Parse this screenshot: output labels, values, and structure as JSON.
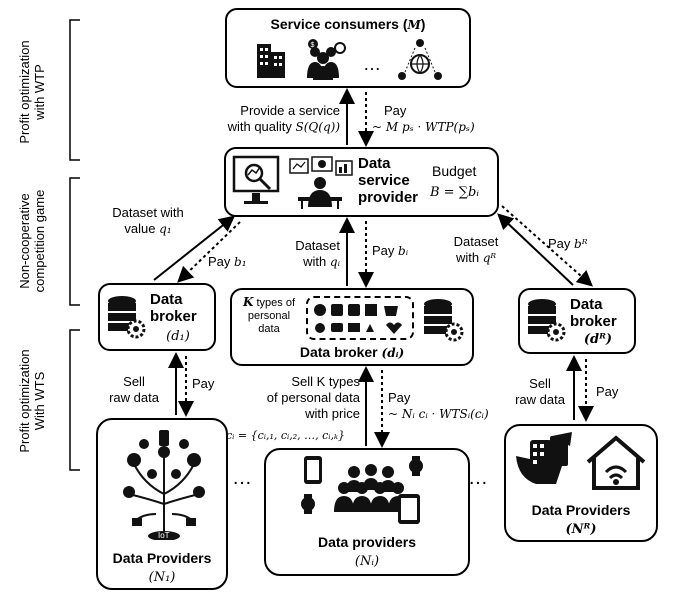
{
  "side_labels": {
    "wtp": [
      "Profit optimization",
      "with WTP"
    ],
    "game": [
      "Non-cooperative",
      "competition game"
    ],
    "wts": [
      "Profit optimization",
      "With WTS"
    ]
  },
  "consumers": {
    "title": "Service consumers (",
    "var": "M",
    "close": ")",
    "ellipsis": "…"
  },
  "dsp": {
    "title": [
      "Data",
      "service",
      "provider"
    ],
    "budget_label": "Budget",
    "budget_formula": "B = ∑bᵢ"
  },
  "flows_top": {
    "provide": [
      "Provide a service",
      "with quality"
    ],
    "provide_formula": "S(Q(q))",
    "pay": "Pay",
    "pay_formula": "~ M pₛ · WTP(pₛ)"
  },
  "flows_mid": {
    "left_ds": [
      "Dataset with",
      "value"
    ],
    "left_ds_var": "q₁",
    "left_pay": "Pay",
    "left_pay_var": "b₁",
    "mid_ds": [
      "Dataset",
      "with"
    ],
    "mid_ds_var": "qᵢ",
    "mid_pay": "Pay",
    "mid_pay_var": "bᵢ",
    "right_ds": [
      "Dataset",
      "with"
    ],
    "right_ds_var": "qᴿ",
    "right_pay": "Pay",
    "right_pay_var": "bᴿ"
  },
  "brokers": {
    "left": {
      "title": [
        "Data",
        "broker"
      ],
      "var": "(d₁)"
    },
    "mid": {
      "types": [
        "types of",
        "personal",
        "data"
      ],
      "types_k": "K",
      "title": "Data broker",
      "var": "(dᵢ)"
    },
    "right": {
      "title": [
        "Data",
        "broker"
      ],
      "var": "(dᴿ)"
    }
  },
  "flows_low": {
    "left_sell": [
      "Sell",
      "raw data"
    ],
    "left_pay": "Pay",
    "mid_sell": [
      "Sell K types",
      "of personal data",
      "with price"
    ],
    "mid_pay": "Pay",
    "mid_pay_formula": "~ Nᵢ cᵢ · WTSᵢ(cᵢ)",
    "price_vector": "cᵢ = {cᵢ,₁, cᵢ,₂, …, cᵢ,ₖ}",
    "right_sell": [
      "Sell",
      "raw data"
    ],
    "right_pay": "Pay"
  },
  "providers": {
    "left": {
      "title": "Data Providers",
      "var": "(N₁)",
      "iot": "IoT"
    },
    "mid": {
      "title": "Data providers",
      "var": "(Nᵢ)"
    },
    "right": {
      "title": "Data Providers",
      "var": "(Nᴿ)"
    },
    "ellipsis": "…"
  },
  "icons": [
    "building-icon",
    "business-people-icon",
    "global-network-icon",
    "analytics-monitor-icon",
    "dashboard-operator-icon",
    "database-gear-icon",
    "personal-data-icons",
    "iot-tree-icon",
    "wearables-icon",
    "crowd-icon",
    "smart-home-icon",
    "hand-device-icon"
  ]
}
